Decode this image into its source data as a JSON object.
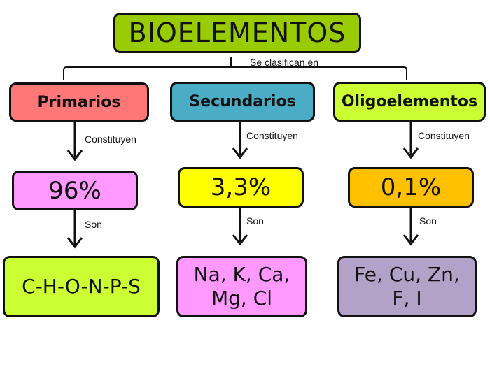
{
  "title": {
    "text": "BIOELEMENTOS",
    "color": "#99cc00"
  },
  "connector_label": "Se clasifican en",
  "categories": [
    {
      "name": "Primarios",
      "color": "#ff7777",
      "link_label": "Constituyen",
      "percentage": "96%",
      "percentage_color": "#ff99ff",
      "son_label": "Son",
      "elements": [
        "C-H-O-N-P-S"
      ],
      "elements_color": "#ccff33"
    },
    {
      "name": "Secundarios",
      "color": "#4bacc6",
      "link_label": "Constituyen",
      "percentage": "3,3%",
      "percentage_color": "#ffff00",
      "son_label": "Son",
      "elements": [
        "Na, K, Ca,",
        "Mg, Cl"
      ],
      "elements_color": "#ff99ff"
    },
    {
      "name": "Oligoelementos",
      "color": "#ccff33",
      "link_label": "Constituyen",
      "percentage": "0,1%",
      "percentage_color": "#ffc000",
      "son_label": "Son",
      "elements": [
        "Fe, Cu, Zn,",
        "F, I"
      ],
      "elements_color": "#b2a2c7"
    }
  ]
}
